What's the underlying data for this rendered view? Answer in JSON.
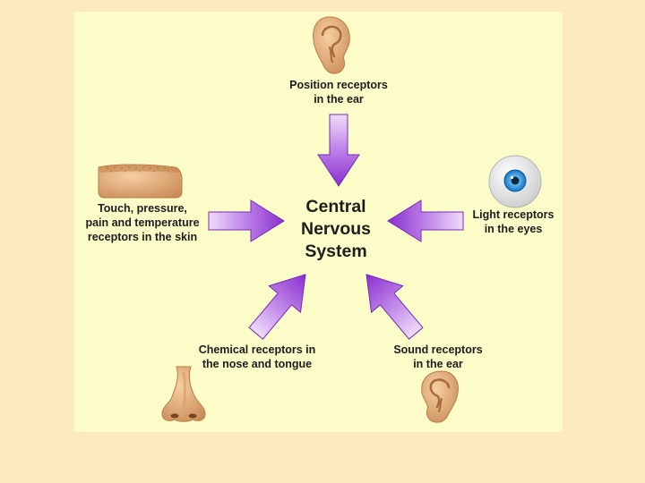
{
  "center": [
    "Central",
    "Nervous",
    "System"
  ],
  "receptors": {
    "position_ear": [
      "Position receptors",
      "in the ear"
    ],
    "skin": [
      "Touch, pressure,",
      "pain and temperature",
      "receptors in the skin"
    ],
    "eyes": [
      "Light receptors",
      "in the eyes"
    ],
    "nose_tongue": [
      "Chemical receptors in",
      "the nose and tongue"
    ],
    "sound_ear": [
      "Sound receptors",
      "in the ear"
    ]
  },
  "icons": {
    "top": "ear-icon",
    "left": "skin-icon",
    "right": "eye-icon",
    "bottom_left": "nose-icon",
    "bottom_right": "ear-icon"
  },
  "colors": {
    "page_bg": "#fce9bd",
    "panel_bg": "#fcfcc9",
    "arrow_light": "#dcb6f0",
    "arrow_dark": "#8c2fd0",
    "skin": "#e8b07c"
  }
}
